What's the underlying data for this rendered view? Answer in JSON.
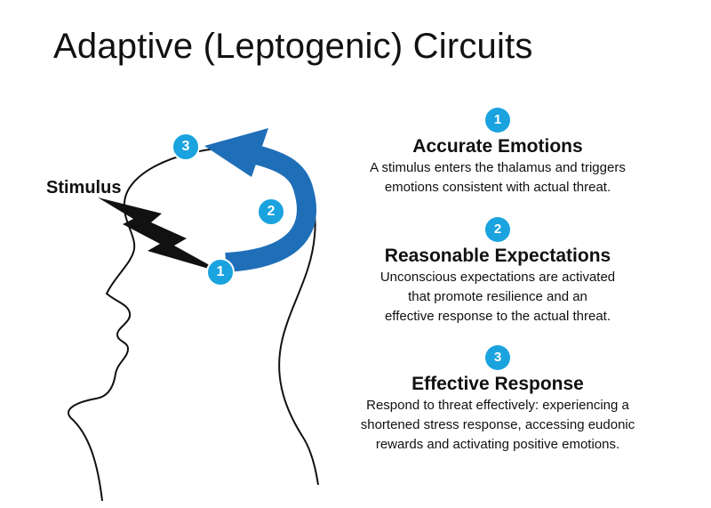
{
  "title": "Adaptive (Leptogenic) Circuits",
  "stimulus_label": "Stimulus",
  "badges": [
    "1",
    "2",
    "3"
  ],
  "colors": {
    "accent_blue": "#1aa3df",
    "arrow_blue": "#1f6fb8",
    "line_black": "#111111"
  },
  "steps": [
    {
      "number": "1",
      "heading": "Accurate Emotions",
      "lines": [
        "A stimulus enters the thalamus and triggers",
        "emotions consistent with actual threat."
      ]
    },
    {
      "number": "2",
      "heading": "Reasonable Expectations",
      "lines": [
        "Unconscious expectations are activated",
        "that promote resilience and an",
        "effective response to the actual threat."
      ]
    },
    {
      "number": "3",
      "heading": "Effective Response",
      "lines": [
        "Respond to threat effectively: experiencing a",
        "shortened stress response, accessing eudonic",
        "rewards and activating positive emotions."
      ]
    }
  ]
}
